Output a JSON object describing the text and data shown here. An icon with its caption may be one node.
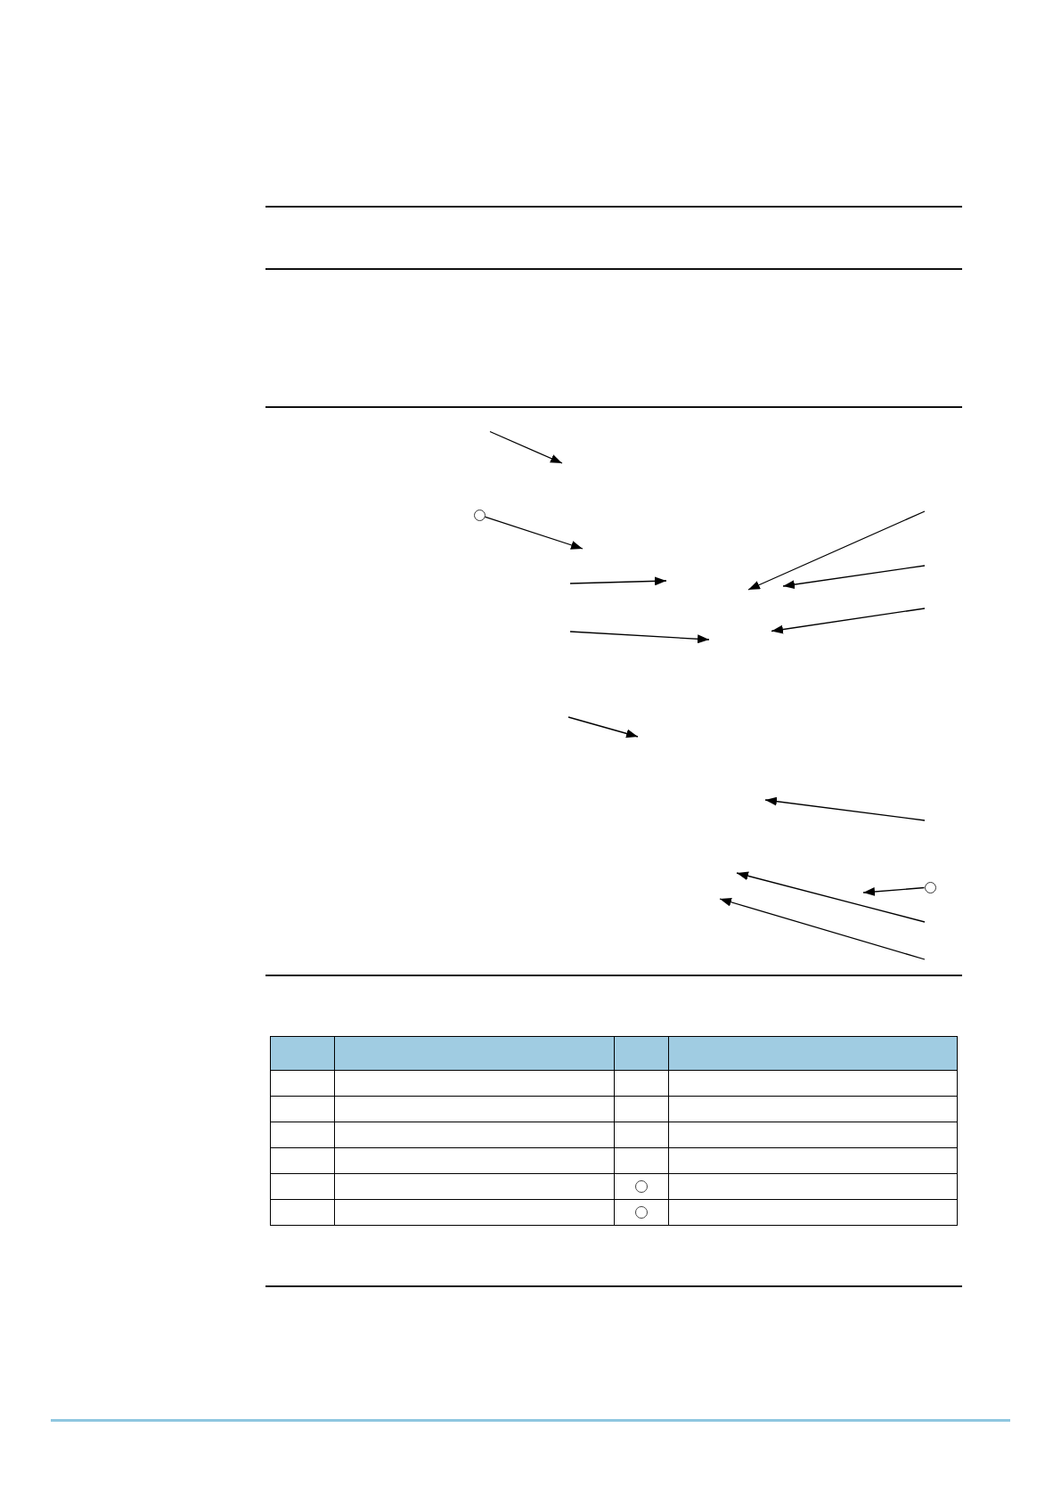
{
  "diagram": {
    "nodes": [
      {
        "text": [],
        "shape": "circle"
      },
      {
        "text": [],
        "shape": "circle"
      }
    ],
    "edges": [
      {
        "from": 0,
        "to": null,
        "arrow": "to"
      },
      {
        "from": 1,
        "to": null,
        "arrow": "to"
      }
    ]
  }
}
